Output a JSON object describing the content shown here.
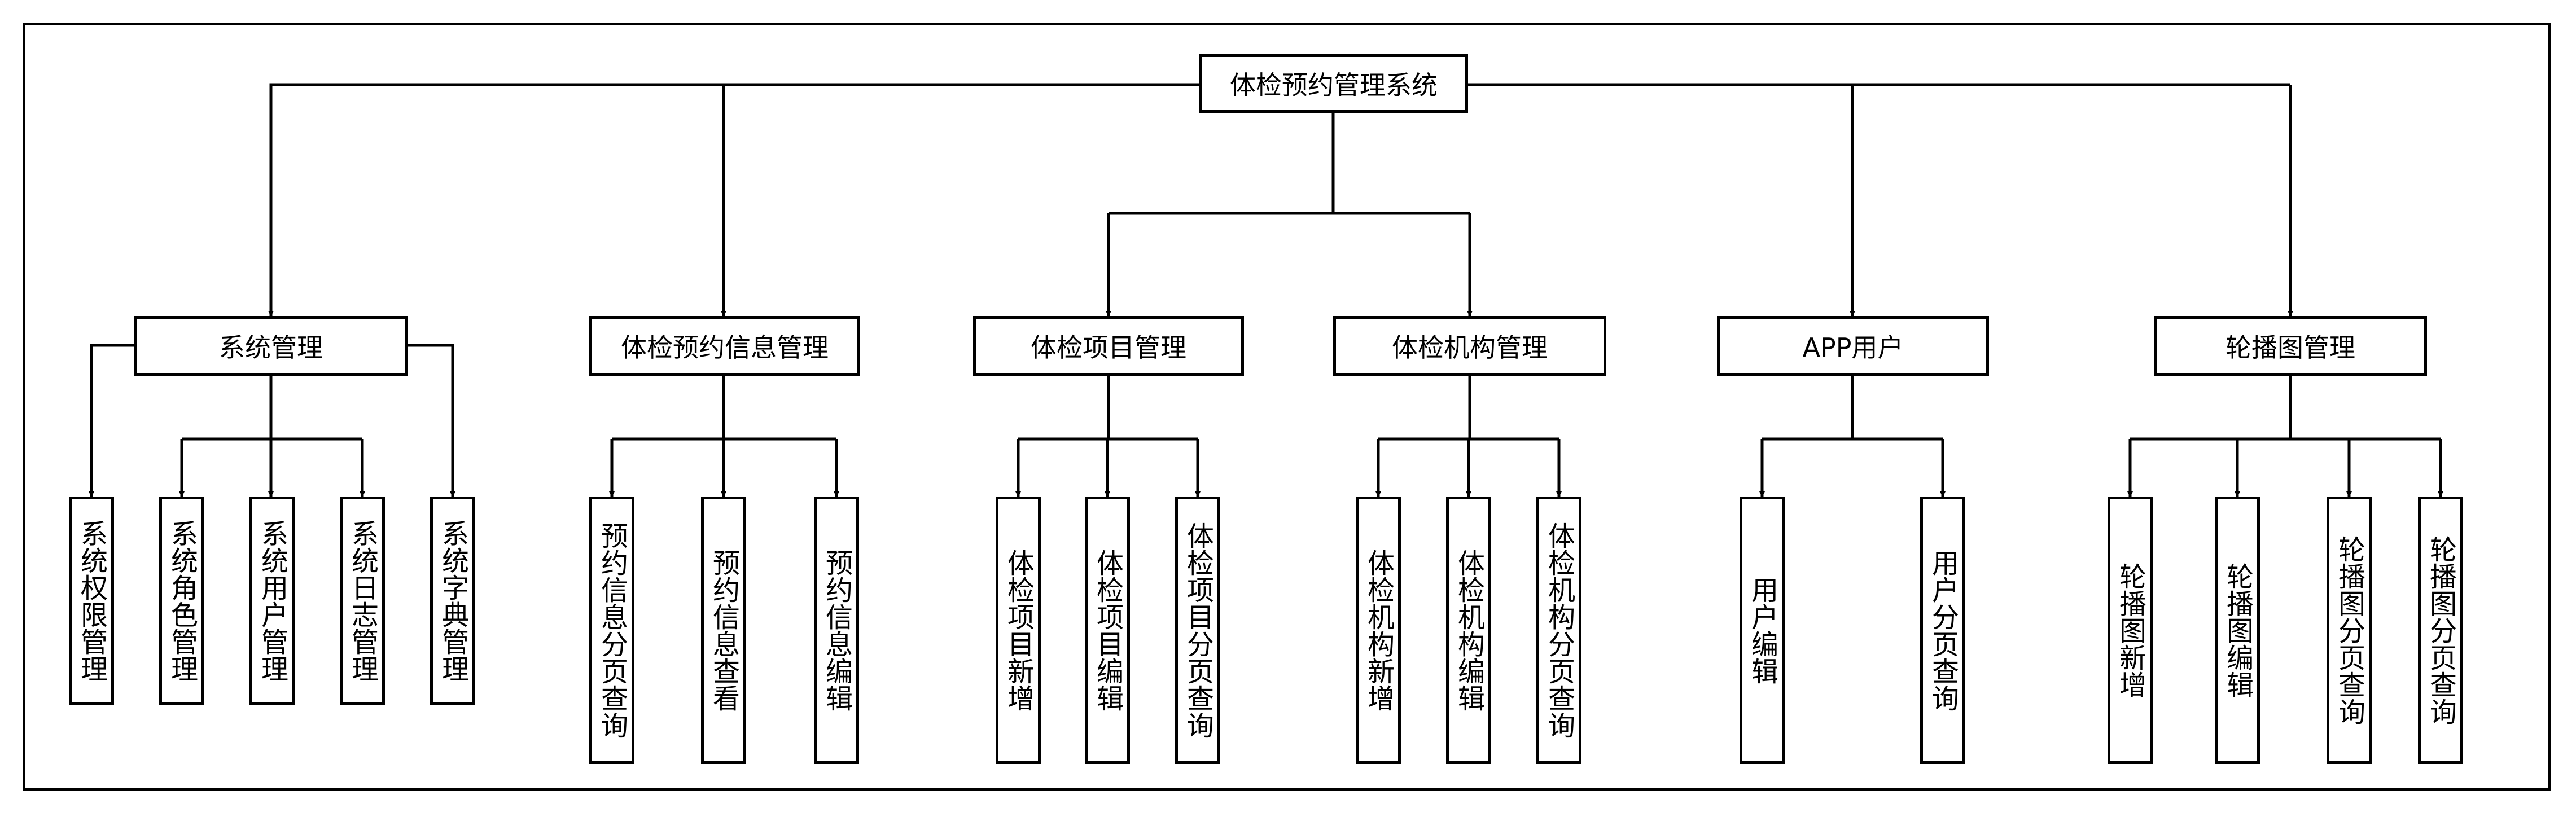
{
  "root": "体检预约管理系统",
  "modules": [
    {
      "label": "系统管理",
      "children": [
        "系统权限管理",
        "系统角色管理",
        "系统用户管理",
        "系统日志管理",
        "系统字典管理"
      ]
    },
    {
      "label": "体检预约信息管理",
      "children": [
        "预约信息分页查询",
        "预约信息查看",
        "预约信息编辑"
      ]
    },
    {
      "label": "体检项目管理",
      "children": [
        "体检项目新增",
        "体检项目编辑",
        "体检项目分页查询"
      ]
    },
    {
      "label": "体检机构管理",
      "children": [
        "体检机构新增",
        "体检机构编辑",
        "体检机构分页查询"
      ]
    },
    {
      "label": "APP用户",
      "children": [
        "用户编辑",
        "用户分页查询"
      ]
    },
    {
      "label": "轮播图管理",
      "children": [
        "轮播图新增",
        "轮播图编辑",
        "轮播图分页查询",
        "轮播图分页查询"
      ]
    }
  ]
}
